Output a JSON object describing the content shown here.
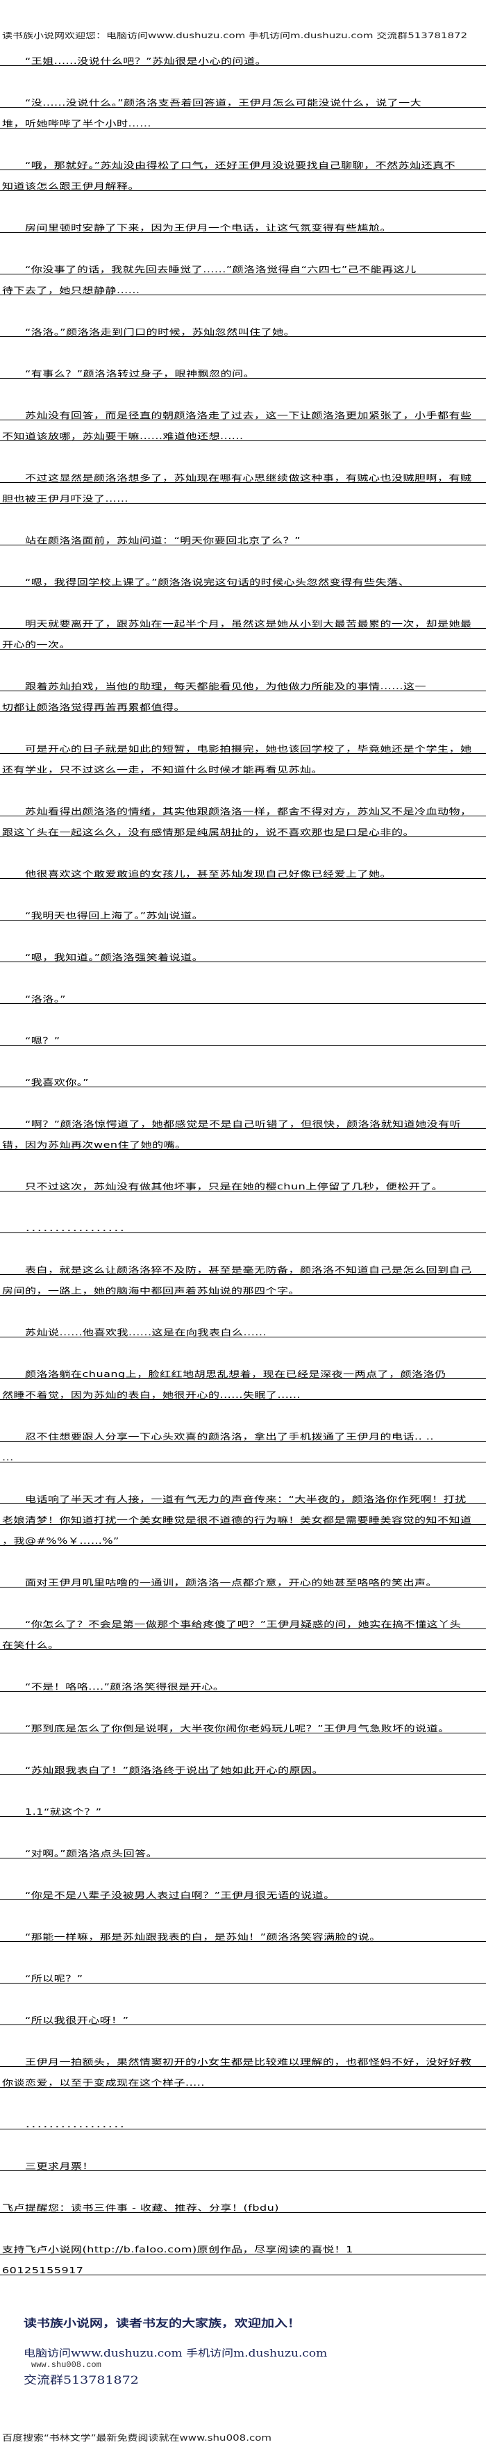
{
  "banner": "读书族小说网欢迎您：电脑访问www.dushuzu.com 手机访问m.dushuzu.com 交流群513781872",
  "paragraphs": [
    [
      "“王姐......没说什么吧？”苏灿很是小心的问道。"
    ],
    [
      "“没......没说什么。”颜洛洛支吾着回答道，王伊月怎么可能没说什么，说了一大",
      "堆，听她哔哔了半个小时......"
    ],
    [
      "“哦，那就好。”苏灿没由得松了口气，还好王伊月没说要找自己聊聊，不然苏灿还真不",
      "知道该怎么跟王伊月解释。"
    ],
    [
      "房间里顿时安静了下来，因为王伊月一个电话，让这气氛变得有些尴尬。"
    ],
    [
      "“你没事了的话，我就先回去睡觉了......”颜洛洛觉得自“六四七”己不能再这儿",
      "待下去了，她只想静静......"
    ],
    [
      "“洛洛。”颜洛洛走到门口的时候，苏灿忽然叫住了她。"
    ],
    [
      "“有事么？”颜洛洛转过身子，眼神飘忽的问。"
    ],
    [
      "苏灿没有回答，而是径直的朝颜洛洛走了过去，这一下让颜洛洛更加紧张了，小手都有些",
      "不知道该放哪，苏灿要干嘛......难道他还想......"
    ],
    [
      "不过这显然是颜洛洛想多了，苏灿现在哪有心思继续做这种事，有贼心也没贼胆啊，有贼",
      "胆也被王伊月吓没了......"
    ],
    [
      "站在颜洛洛面前，苏灿问道：“明天你要回北京了么？”"
    ],
    [
      "“嗯，我得回学校上课了。”颜洛洛说完这句话的时候心头忽然变得有些失落、"
    ],
    [
      "明天就要离开了，跟苏灿在一起半个月，虽然这是她从小到大最苦最累的一次，却是她最",
      "开心的一次。"
    ],
    [
      "跟着苏灿拍戏，当他的助理，每天都能看见他，为他做力所能及的事情......这一",
      "切都让颜洛洛觉得再苦再累都值得。"
    ],
    [
      "可是开心的日子就是如此的短暂，电影拍摄完，她也该回学校了，毕竟她还是个学生，她",
      "还有学业，只不过这么一走，不知道什么时候才能再看见苏灿。"
    ],
    [
      "苏灿看得出颜洛洛的情绪，其实他跟颜洛洛一样，都舍不得对方，苏灿又不是冷血动物，",
      "跟这丫头在一起这么久，没有感情那是纯属胡扯的，说不喜欢那也是口是心非的。"
    ],
    [
      "他很喜欢这个敢爱敢追的女孩儿，甚至苏灿发现自己好像已经爱上了她。"
    ],
    [
      "“我明天也得回上海了。”苏灿说道。"
    ],
    [
      "“嗯，我知道。”颜洛洛强笑着说道。"
    ],
    [
      "“洛洛。”"
    ],
    [
      "“嗯？”"
    ],
    [
      "“我喜欢你。”"
    ],
    [
      "“啊？”颜洛洛惊愕道了，她都感觉是不是自己听错了，但很快，颜洛洛就知道她没有听",
      "错，因为苏灿再次wen住了她的嘴。"
    ],
    [
      "只不过这次，苏灿没有做其他坏事，只是在她的樱chun上停留了几秒，便松开了。"
    ],
    [
      "．．．．．．．．．．．．．．．．．"
    ],
    [
      "表白，就是这么让颜洛洛猝不及防，甚至是毫无防备，颜洛洛不知道自己是怎么回到自己",
      "房间的，一路上，她的脑海中都回声着苏灿说的那四个字。"
    ],
    [
      "苏灿说......他喜欢我......这是在向我表白么......"
    ],
    [
      "颜洛洛躺在chuang上，脸红红地胡思乱想着，现在已经是深夜一两点了，颜洛洛仍",
      "然睡不着觉，因为苏灿的表白，她很开心的......失眠了......"
    ],
    [
      "忍不住想要跟人分享一下心头欢喜的颜洛洛，拿出了手机拨通了王伊月的电话.. ..",
      "..."
    ],
    [
      "电话响了半天才有人接，一道有气无力的声音传来：“大半夜的，颜洛洛你作死啊！打扰",
      "老娘清梦！你知道打扰一个美女睡觉是很不道德的行为嘛！美女都是需要睡美容觉的知不知道",
      "，我@#%%￥……%”"
    ],
    [
      "面对王伊月叽里咕噜的一通训，颜洛洛一点都介意，开心的她甚至咯咯的笑出声。"
    ],
    [
      "“你怎么了？不会是第一做那个事给疼傻了吧？”王伊月疑惑的问，她实在搞不懂这丫头",
      "在笑什么。"
    ],
    [
      "“不是！咯咯....”颜洛洛笑得很是开心。"
    ],
    [
      "“那到底是怎么了你倒是说啊，大半夜你闹你老妈玩儿呢？”王伊月气急败坏的说道。"
    ],
    [
      "“苏灿跟我表白了！”颜洛洛终于说出了她如此开心的原因。"
    ],
    [
      "1.1“就这个？”"
    ],
    [
      "“对啊。”颜洛洛点头回答。"
    ],
    [
      "“你是不是八辈子没被男人表过白啊？”王伊月很无语的说道。"
    ],
    [
      "“那能一样嘛，那是苏灿跟我表的白，是苏灿！”颜洛洛笑容满脸的说。"
    ],
    [
      "“所以呢？”"
    ],
    [
      "“所以我很开心呀！”"
    ],
    [
      "王伊月一拍额头，果然情窦初开的小女生都是比较难以理解的，也都怪妈不好，没好好教",
      "你谈恋爱，以至于变成现在这个样子....."
    ],
    [
      "．．．．．．．．．．．．．．．．．"
    ],
    [
      "三更求月票！"
    ]
  ],
  "notes": [
    [
      "飞卢提醒您：读书三件事 - 收藏、推荐、分享！(fbdu)"
    ],
    [
      "支持飞卢小说网(http://b.faloo.com)原创作品，尽享阅读的喜悦！1",
      "60125155917"
    ]
  ],
  "footer": {
    "slogan": "读书族小说网，读者书友的大家族，欢迎加入！",
    "access": "电脑访问www.dushuzu.com 手机访问m.dushuzu.com",
    "mirror": "www.shu008.com",
    "group": "交流群513781872",
    "baidu_note": "百度搜索“书林文学”最新免费阅读就在www.shu008.com"
  },
  "colors": {
    "text": "#000000",
    "footer_text": "#1a2456",
    "rule": "#000000"
  }
}
